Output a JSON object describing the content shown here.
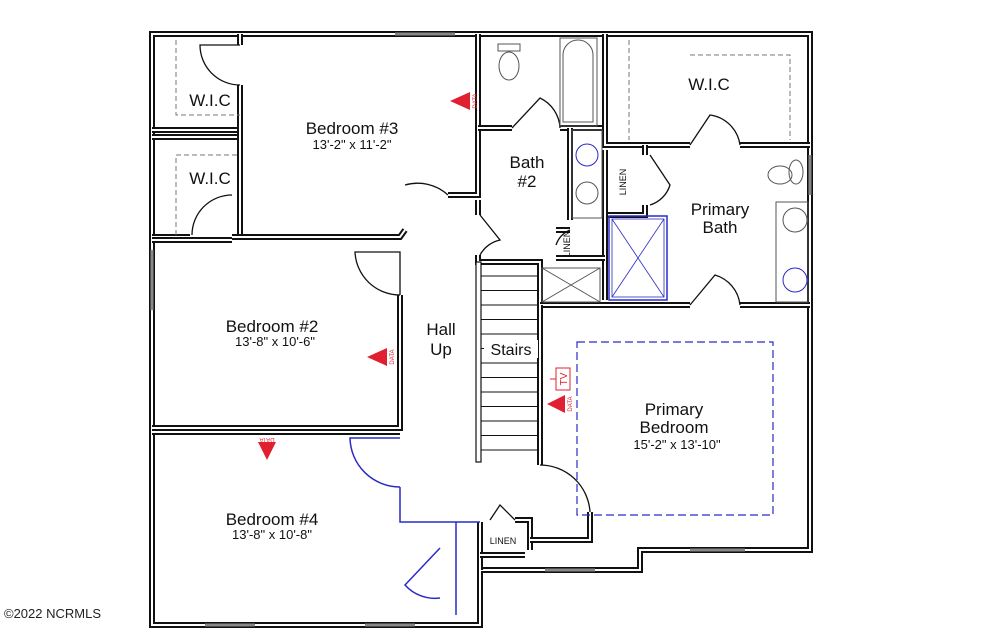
{
  "rooms": {
    "wic_1": "W.I.C",
    "wic_2": "W.I.C",
    "wic_primary": "W.I.C",
    "bedroom3": {
      "name": "Bedroom #3",
      "dims": "13'-2\" x 11'-2\""
    },
    "bath2": {
      "line1": "Bath",
      "line2": "#2"
    },
    "primary_bath": {
      "line1": "Primary",
      "line2": "Bath"
    },
    "linen_1": "LINEN",
    "linen_2": "LINEN",
    "linen_3": "LINEN",
    "bedroom2": {
      "name": "Bedroom #2",
      "dims": "13'-8\" x 10'-6\""
    },
    "hall": {
      "line1": "Hall",
      "line2": "Up"
    },
    "stairs": "Stairs",
    "primary_bedroom": {
      "line1": "Primary",
      "line2": "Bedroom",
      "dims": "15'-2\" x 13'-10\""
    },
    "bedroom4": {
      "name": "Bedroom #4",
      "dims": "13'-8\" x 10'-8\""
    }
  },
  "markers": {
    "data": "DATA",
    "tv": "TV"
  },
  "copyright": "©2022 NCRMLS",
  "colors": {
    "wall": "#111111",
    "blue": "#2a2ac8",
    "data": "#e02030"
  }
}
